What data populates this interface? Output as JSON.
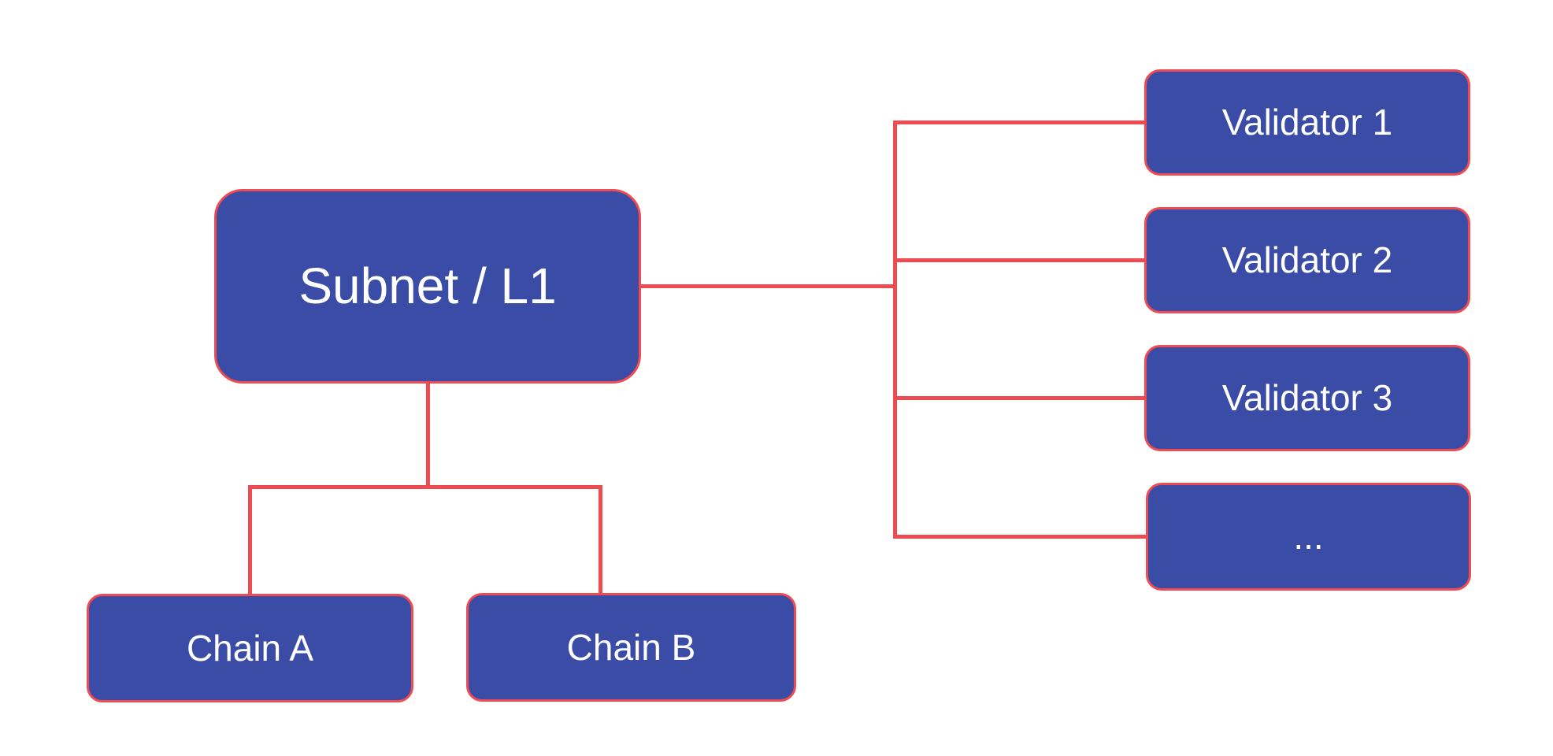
{
  "diagram": {
    "title": "Subnet / L1 topology diagram",
    "colors": {
      "node_fill": "#3a4ca6",
      "line": "#ee4b52",
      "text": "#ffffff",
      "background": "#ffffff"
    },
    "nodes": {
      "subnet": {
        "label": "Subnet / L1"
      },
      "chain_a": {
        "label": "Chain A"
      },
      "chain_b": {
        "label": "Chain B"
      },
      "validator_1": {
        "label": "Validator 1"
      },
      "validator_2": {
        "label": "Validator 2"
      },
      "validator_3": {
        "label": "Validator 3"
      },
      "validator_more": {
        "label": "..."
      }
    },
    "edges": [
      {
        "from": "subnet",
        "to": "chain_a"
      },
      {
        "from": "subnet",
        "to": "chain_b"
      },
      {
        "from": "subnet",
        "to": "validator_1"
      },
      {
        "from": "subnet",
        "to": "validator_2"
      },
      {
        "from": "subnet",
        "to": "validator_3"
      },
      {
        "from": "subnet",
        "to": "validator_more"
      }
    ]
  }
}
